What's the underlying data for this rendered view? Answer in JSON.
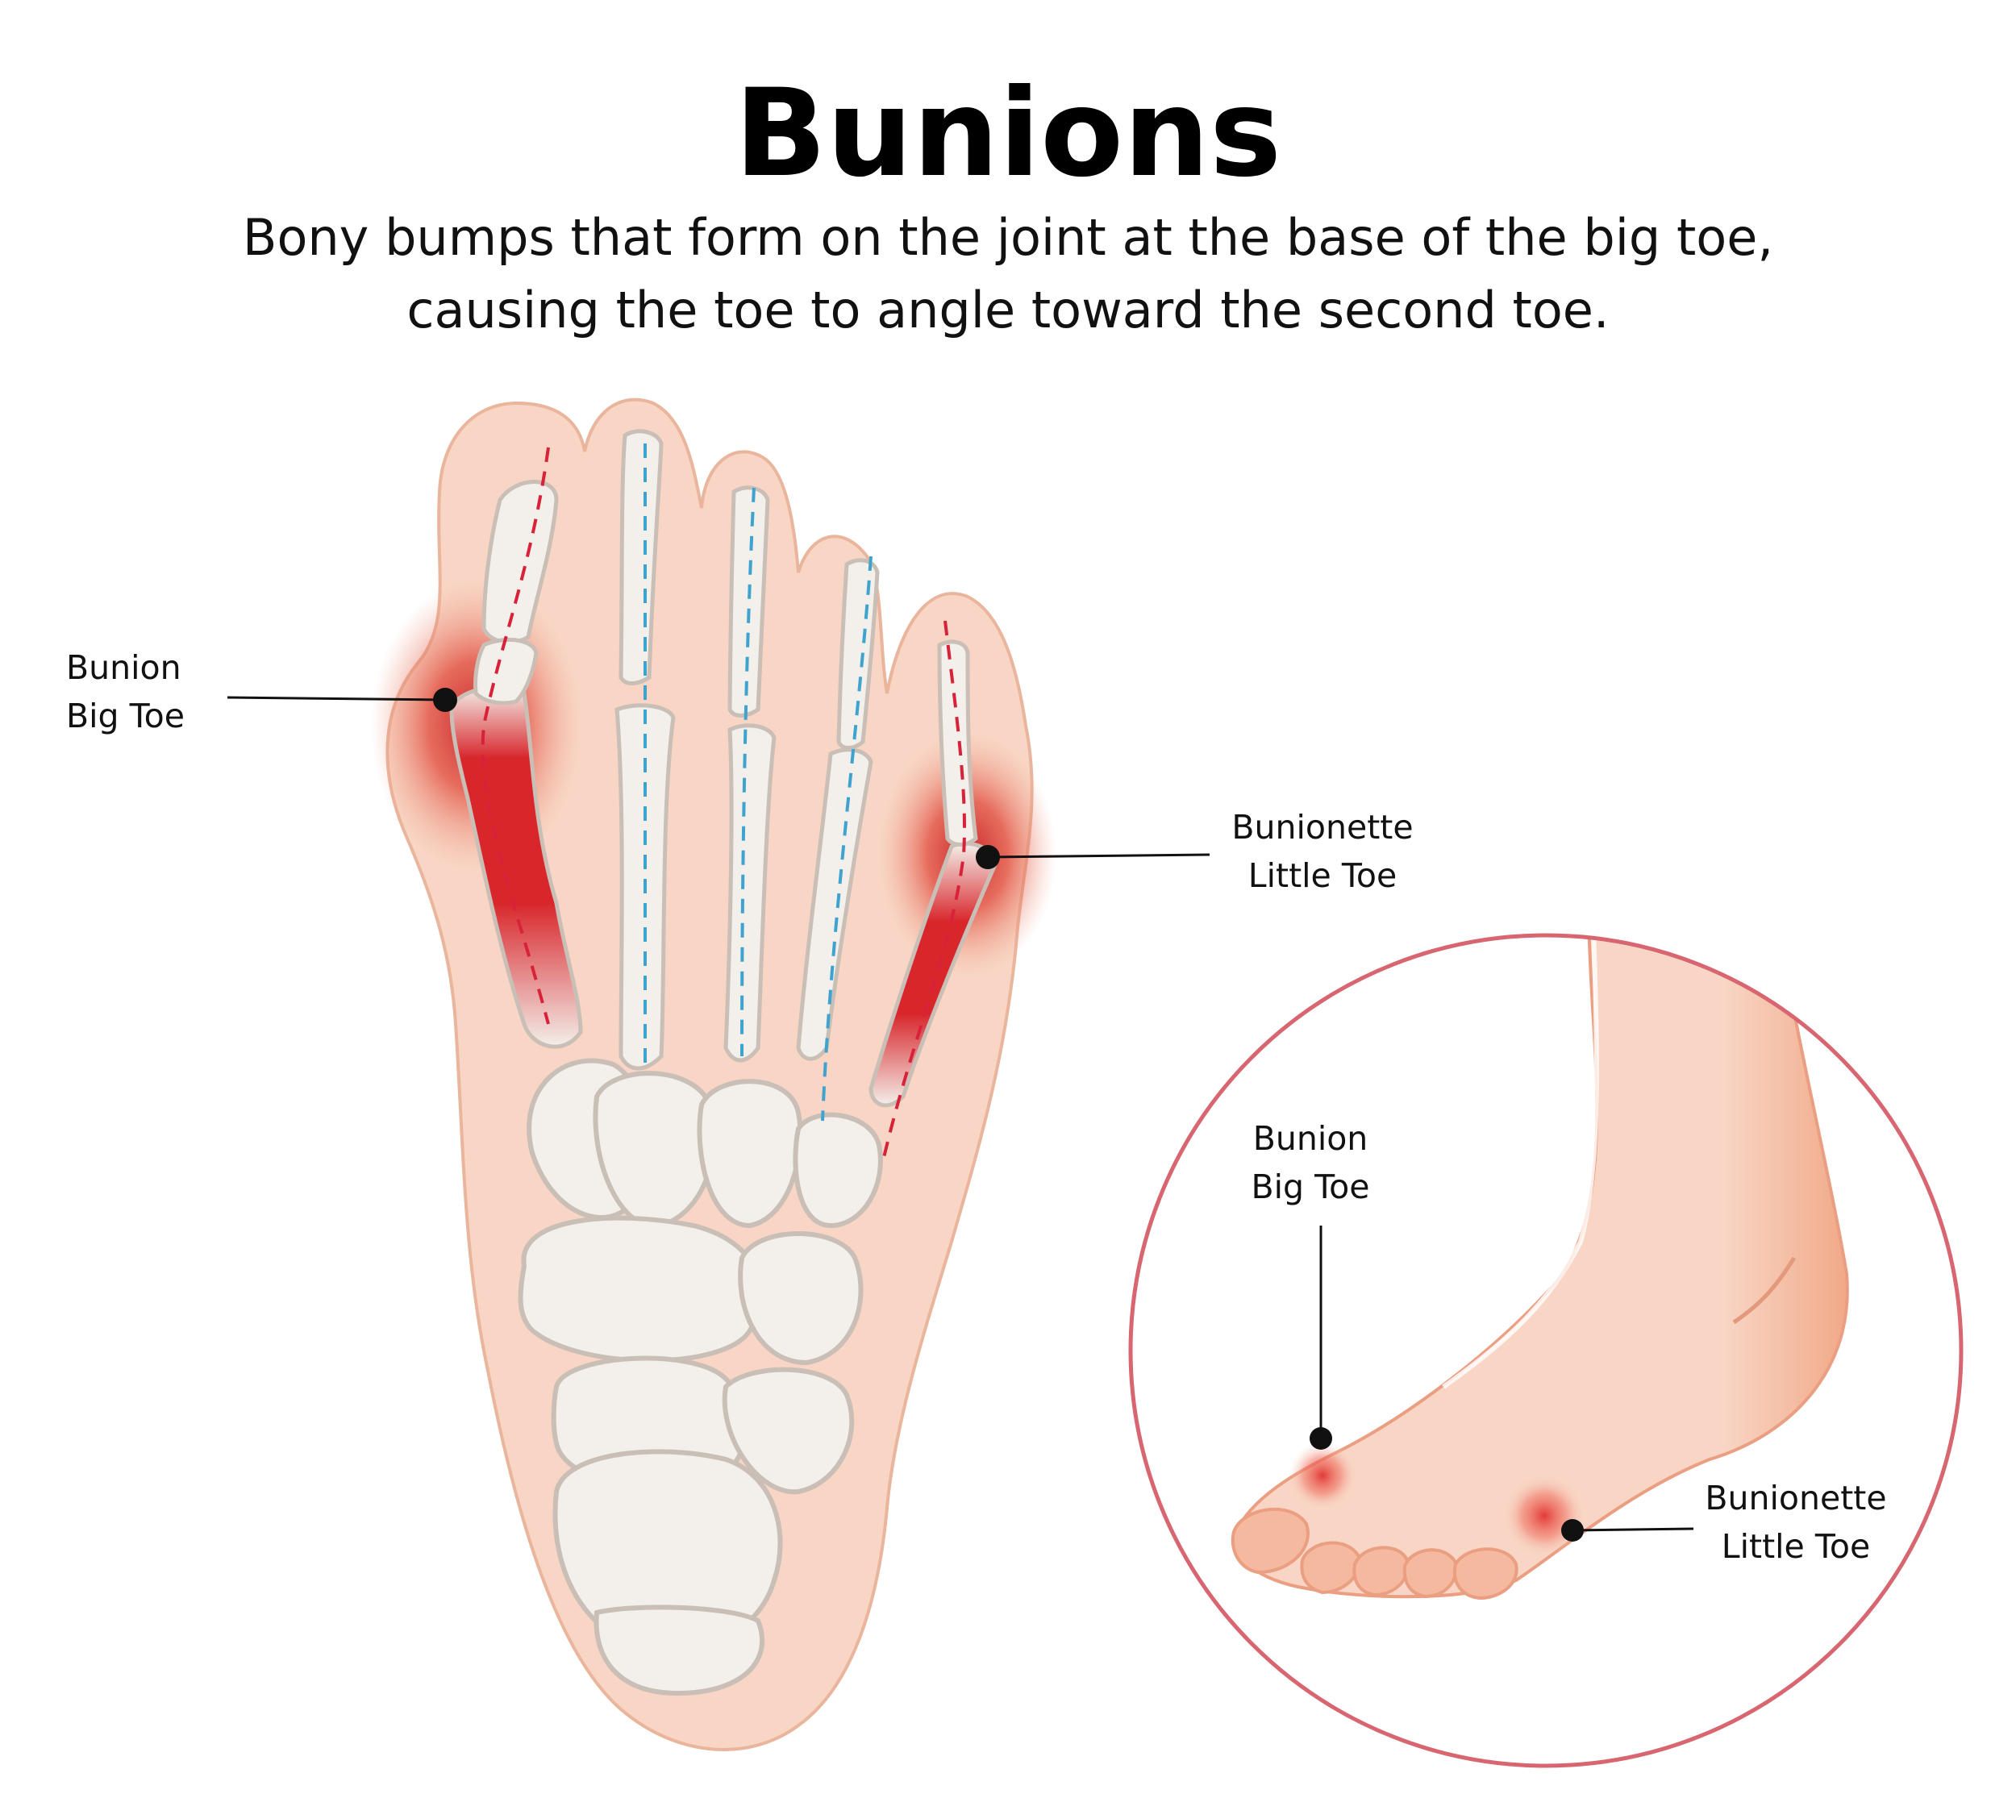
{
  "title": "Bunions",
  "subtitle_lines": [
    "Bony bumps that form on the joint at the base of the big toe,",
    "causing the toe to angle toward the second toe."
  ],
  "labels": {
    "bunion_big_toe_top": {
      "line1": "Bunion",
      "line2": "Big Toe"
    },
    "bunionette_little_toe_top": {
      "line1": "Bunionette",
      "line2": "Little Toe"
    },
    "bunion_big_toe_side": {
      "line1": "Bunion",
      "line2": "Big Toe"
    },
    "bunionette_little_toe_side": {
      "line1": "Bunionette",
      "line2": "Little Toe"
    }
  },
  "colors": {
    "skin": "#f8d5c4",
    "skin_outline": "#e9b59c",
    "bone": "#f3efea",
    "bone_outline": "#c9bfb6",
    "inflamed": "#d8262b",
    "bunion_dash": "#d8223a",
    "alignment_dash": "#3fa3cf",
    "circle_border": "#d86670",
    "leader_line": "#111111"
  }
}
